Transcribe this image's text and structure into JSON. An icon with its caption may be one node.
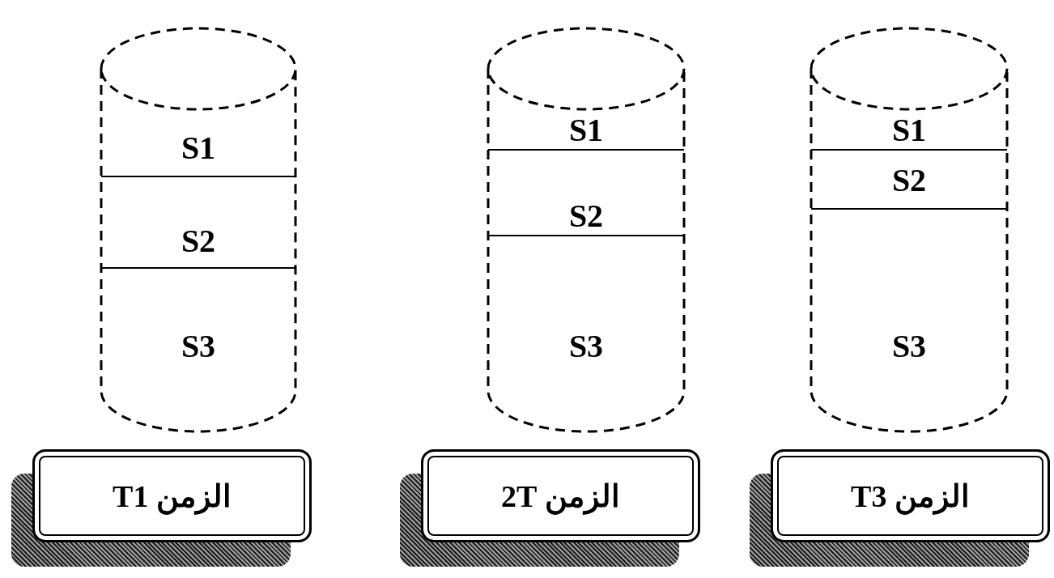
{
  "diagram": {
    "nodes": [
      {
        "text": [
          "S1",
          "S2",
          "S3"
        ]
      },
      {
        "text": [
          "S1",
          "S2",
          "S3"
        ]
      },
      {
        "text": [
          "S1",
          "S2",
          "S3"
        ]
      },
      {
        "text": [
          "الزمن T1"
        ]
      },
      {
        "text": [
          "الزمن 2T"
        ]
      },
      {
        "text": [
          "الزمن T3"
        ]
      }
    ]
  }
}
